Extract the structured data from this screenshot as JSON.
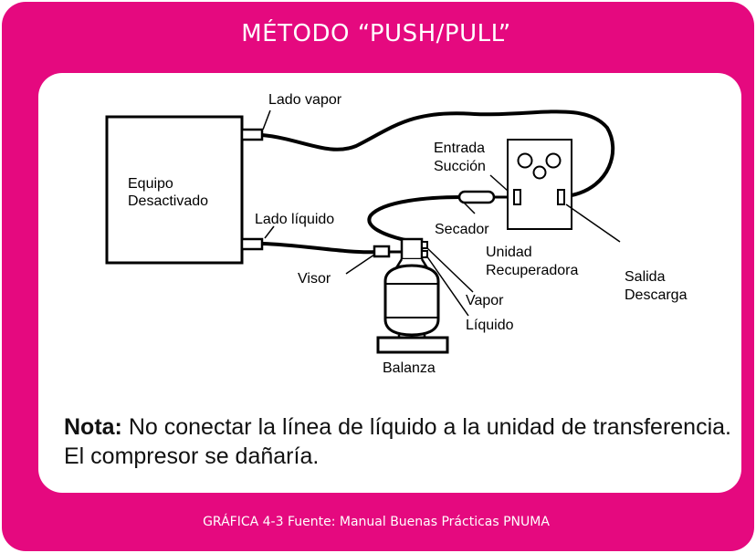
{
  "title": "MÉTODO “PUSH/PULL”",
  "labels": {
    "equipo_line1": "Equipo",
    "equipo_line2": "Desactivado",
    "lado_vapor": "Lado vapor",
    "lado_liquido": "Lado líquido",
    "entrada_line1": "Entrada",
    "entrada_line2": "Succión",
    "secador": "Secador",
    "unidad_line1": "Unidad",
    "unidad_line2": "Recuperadora",
    "salida_line1": "Salida",
    "salida_line2": "Descarga",
    "visor": "Visor",
    "vapor": "Vapor",
    "liquido": "Líquido",
    "balanza": "Balanza"
  },
  "note": {
    "bold": "Nota:",
    "text": " No conectar la línea de líquido a la unidad de transferencia. El compresor se dañaría."
  },
  "caption": "GRÁFICA 4-3 Fuente:  Manual Buenas Prácticas PNUMA",
  "colors": {
    "frame": "#e5097f",
    "panel": "#ffffff",
    "lines": "#000000"
  }
}
